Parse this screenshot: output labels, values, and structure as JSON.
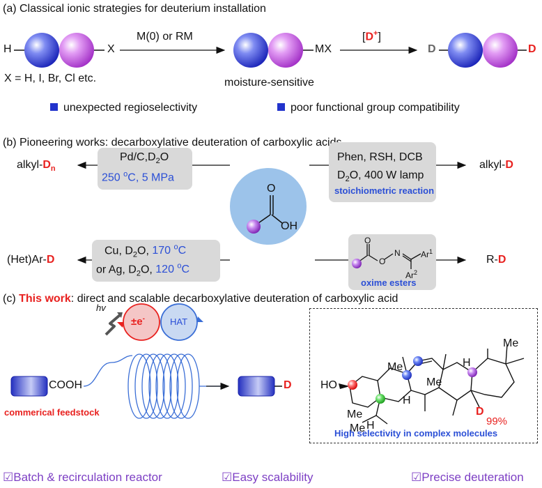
{
  "panel_a": {
    "heading": "(a) Classical ionic strategies for deuterium installation",
    "h_label": "H",
    "x_label": "X",
    "reagent": "M(0) or RM",
    "mx_label": "MX",
    "d_plus_open": "[",
    "d_plus": "D",
    "d_plus_sup": "+",
    "d_plus_close": "]",
    "d_left": "D",
    "d_right": "D",
    "x_def": "X = H, I, Br, Cl etc.",
    "moisture": "moisture-sensitive",
    "issue1": "unexpected regioselectivity",
    "issue2": "poor functional group compatibility"
  },
  "panel_b": {
    "heading": "(b) Pioneering works: decarboxylative deuteration of carboxylic acids",
    "tl_line1": "Pd/C,D",
    "tl_line1_sub": "2",
    "tl_line1_end": "O",
    "tl_line2_a": "250 ",
    "tl_line2_sup": "o",
    "tl_line2_b": "C, 5 MPa",
    "tl_product_a": "alkyl-",
    "tl_product_d": "D",
    "tl_product_sub": "n",
    "tr_line1": "Phen, RSH, DCB",
    "tr_line2_a": "D",
    "tr_line2_sub": "2",
    "tr_line2_b": "O, 400 W lamp",
    "tr_note": "stoichiometric reaction",
    "tr_product_a": "alkyl-",
    "tr_product_d": "D",
    "center_o": "O",
    "center_oh": "OH",
    "bl_line1_a": "Cu, D",
    "bl_line1_sub": "2",
    "bl_line1_b": "O, ",
    "bl_line1_temp": "170 ",
    "bl_line1_sup": "o",
    "bl_line1_c": "C",
    "bl_line2_a": "or Ag, D",
    "bl_line2_sub": "2",
    "bl_line2_b": "O, ",
    "bl_line2_temp": "120 ",
    "bl_line2_sup": "o",
    "bl_line2_c": "C",
    "bl_product_a": "(Het)Ar-",
    "bl_product_d": "D",
    "br_o": "O",
    "br_o2": "O",
    "br_n": "N",
    "br_ar1": "Ar",
    "br_ar1_sup": "1",
    "br_ar2": "Ar",
    "br_ar2_sup": "2",
    "br_note": "oxime esters",
    "br_product_a": "R-",
    "br_product_d": "D"
  },
  "panel_c": {
    "heading_a": "(c) ",
    "heading_red": "This work",
    "heading_b": ": direct and scalable decarboxylative deuteration of carboxylic acid",
    "hv": "hv",
    "pm_e": "±e",
    "pm_sup": "-",
    "hat": "HAT",
    "cooh": "COOH",
    "product_d": "D",
    "feedstock": "commerical feedstock",
    "mol": {
      "ho": "HO",
      "me1": "Me",
      "me2": "Me",
      "me3": "Me",
      "me4": "Me",
      "me5": "Me",
      "h1": "H",
      "h2": "H",
      "h3": "H",
      "d": "D",
      "pct": "99%"
    },
    "mol_caption": "High selectivity in complex molecules",
    "features": [
      "☑Batch & recirculation reactor",
      "☑Easy scalability",
      "☑Precise deuteration"
    ]
  },
  "colors": {
    "red": "#e8211f",
    "blue_text": "#2b4fd6",
    "purple": "#7d3fc4",
    "gray_box": "#d9d9d9",
    "blue_circle": "#9cc3ea"
  }
}
